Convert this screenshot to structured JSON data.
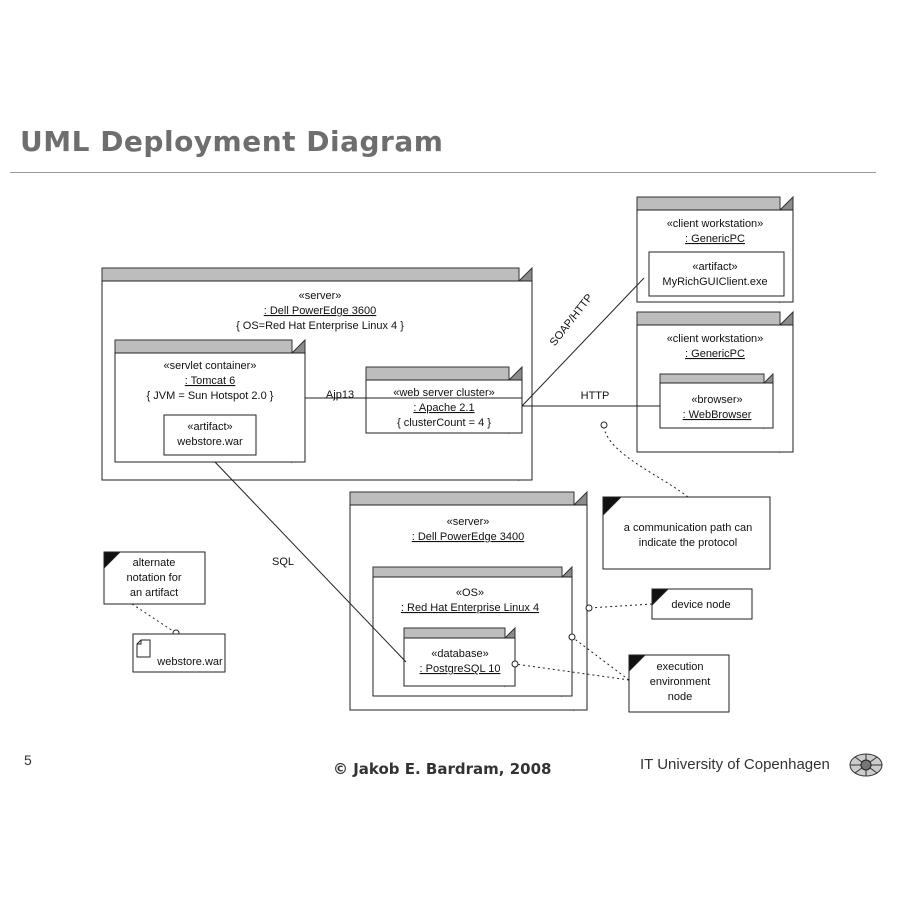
{
  "page": {
    "title": "UML Deployment Diagram",
    "page_number": "5",
    "copyright": "© Jakob E. Bardram, 2008",
    "university": "IT University of Copenhagen"
  },
  "nodes": {
    "server_3600": {
      "stereotype": "«server»",
      "name": ": Dell PowerEdge 3600",
      "tag": "{ OS=Red Hat Enterprise Linux 4 }"
    },
    "servlet_container": {
      "stereotype": "«servlet container»",
      "name": ": Tomcat 6",
      "tag": "{ JVM = Sun Hotspot 2.0 }",
      "artifact_stereotype": "«artifact»",
      "artifact_name": "webstore.war"
    },
    "web_cluster": {
      "stereotype": "«web server cluster»",
      "name": ": Apache 2.1",
      "tag": "{ clusterCount = 4 }"
    },
    "client1": {
      "stereotype": "«client workstation»",
      "name": ": GenericPC",
      "artifact_stereotype": "«artifact»",
      "artifact_name": "MyRichGUIClient.exe"
    },
    "client2": {
      "stereotype": "«client workstation»",
      "name": ": GenericPC",
      "browser_stereotype": "«browser»",
      "browser_name": ": WebBrowser"
    },
    "server_3400": {
      "stereotype": "«server»",
      "name": ": Dell PowerEdge 3400"
    },
    "os": {
      "stereotype": "«OS»",
      "name": ": Red Hat Enterprise Linux 4"
    },
    "database": {
      "stereotype": "«database»",
      "name": ": PostgreSQL 10"
    }
  },
  "paths": {
    "ajp": "Ajp13",
    "soap": "SOAP/HTTP",
    "http": "HTTP",
    "sql": "SQL"
  },
  "notes": {
    "alt_artifact": [
      "alternate",
      "notation for",
      "an artifact"
    ],
    "artifact_icon_label": "webstore.war",
    "comm_path": [
      "a communication path can",
      "indicate the protocol"
    ],
    "device_node": "device node",
    "exec_env": [
      "execution",
      "environment",
      "node"
    ]
  }
}
